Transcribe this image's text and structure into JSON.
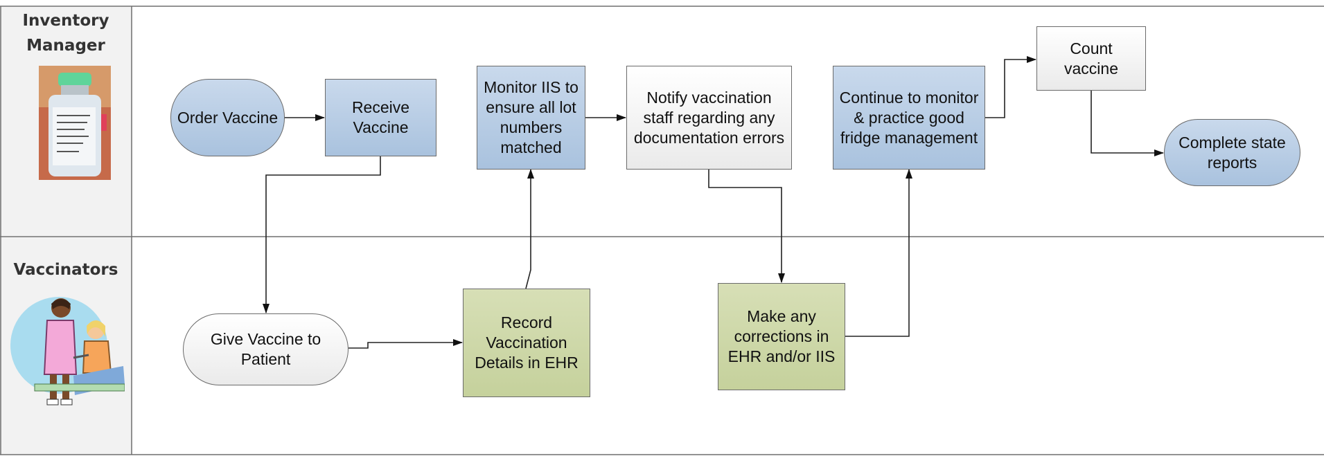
{
  "lanes": {
    "inventory_manager": {
      "title": "Inventory\nManager"
    },
    "vaccinators": {
      "title": "Vaccinators"
    }
  },
  "nodes": {
    "order_vaccine": "Order Vaccine",
    "receive_vaccine": "Receive Vaccine",
    "monitor_iis": "Monitor IIS to ensure all lot numbers matched",
    "notify_staff": "Notify vaccination staff regarding any documentation errors",
    "continue_monitor": "Continue to monitor & practice good fridge management",
    "count_vaccine": "Count vaccine",
    "complete_reports": "Complete state reports",
    "give_vaccine": "Give Vaccine to Patient",
    "record_details": "Record Vaccination Details in EHR",
    "make_corrections": "Make any corrections in EHR and/or IIS"
  },
  "colors": {
    "process_blue": "#b8cde6",
    "process_white": "#f4f4f4",
    "process_green": "#cfd9a8",
    "lane_header": "#f2f2f2",
    "lane_border": "#6e6e6e"
  },
  "icons": {
    "inventory_manager": "vaccine-vial-icon",
    "vaccinators": "nurse-vaccinating-child-icon"
  }
}
